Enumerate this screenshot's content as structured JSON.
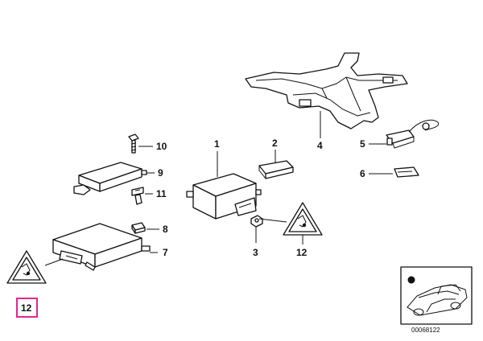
{
  "callouts": {
    "c1": "1",
    "c2": "2",
    "c3": "3",
    "c4": "4",
    "c5": "5",
    "c6": "6",
    "c7": "7",
    "c8": "8",
    "c9": "9",
    "c10": "10",
    "c11": "11",
    "c12a": "12",
    "c12b": "12"
  },
  "reference_code": "00068122",
  "colors": {
    "line": "#111111",
    "highlight": "#e0288c",
    "background": "#ffffff"
  },
  "icons": [
    "airbag-warning-triangle-icon",
    "car-silhouette-icon"
  ]
}
